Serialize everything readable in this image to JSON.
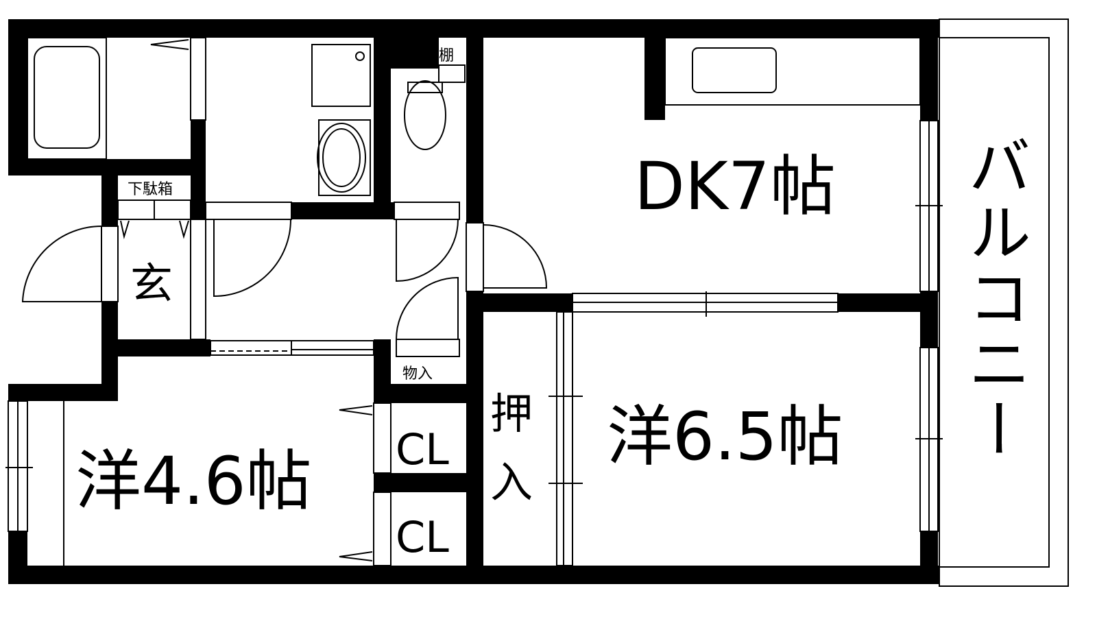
{
  "rooms": {
    "dk": "DK7帖",
    "western_large": "洋6.5帖",
    "western_small": "洋4.6帖",
    "entrance": "玄",
    "balcony": "バルコニー",
    "closet_1": "CL",
    "closet_2": "CL",
    "oshiire_1": "押",
    "oshiire_2": "入",
    "shoe_box": "下駄箱",
    "shelf": "棚",
    "storage": "物入"
  },
  "balcony_chars": [
    "バ",
    "ル",
    "コ",
    "ニ",
    "ー"
  ]
}
